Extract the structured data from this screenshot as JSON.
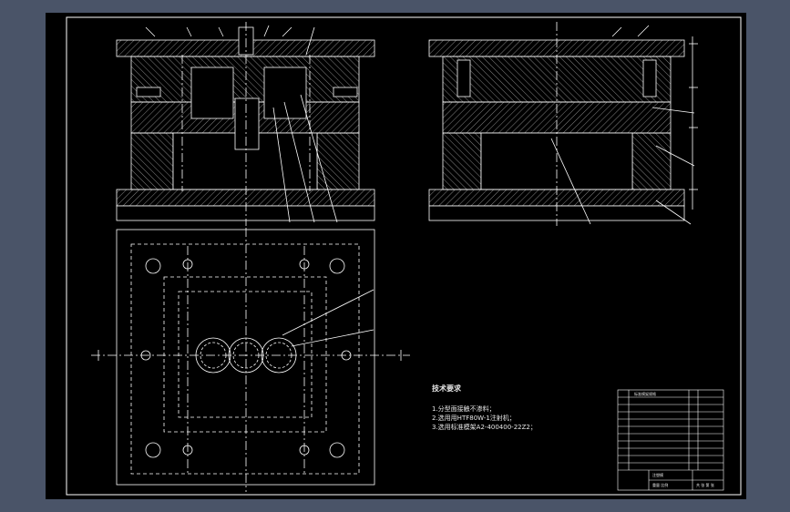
{
  "tech_requirements": {
    "title": "技术要求",
    "items": [
      "1.分型面接触不渗料；",
      "2.选用用HTF80W-1注射机；",
      "3.选用标准模架A2-400400-22Z2；"
    ]
  },
  "title_block": {
    "rows": [
      "标准模架规格",
      "注塑模",
      "重量 比例",
      "共 张 第 张"
    ]
  },
  "colors": {
    "frame_bg": "#4a5468",
    "paper": "#000000",
    "line": "#ffffff",
    "hatch": "#c8c8c8",
    "text": "#e6e6e6"
  }
}
